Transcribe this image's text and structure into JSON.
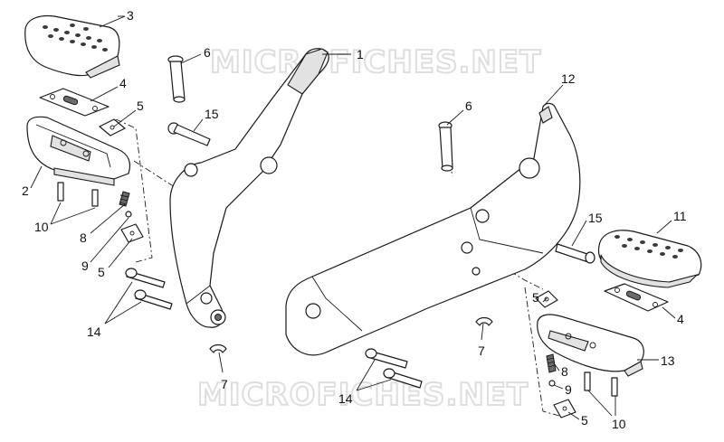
{
  "watermark": {
    "text": "MICROFICHES.NET"
  },
  "callouts": {
    "c1": "1",
    "c2": "2",
    "c3": "3",
    "c4a": "4",
    "c4b": "4",
    "c5a": "5",
    "c5b": "5",
    "c5c": "5",
    "c5d": "5",
    "c6a": "6",
    "c6b": "6",
    "c7a": "7",
    "c7b": "7",
    "c8a": "8",
    "c8b": "8",
    "c9a": "9",
    "c9b": "9",
    "c10a": "10",
    "c10b": "10",
    "c11": "11",
    "c12": "12",
    "c13": "13",
    "c14a": "14",
    "c14b": "14",
    "c15a": "15",
    "c15b": "15"
  }
}
